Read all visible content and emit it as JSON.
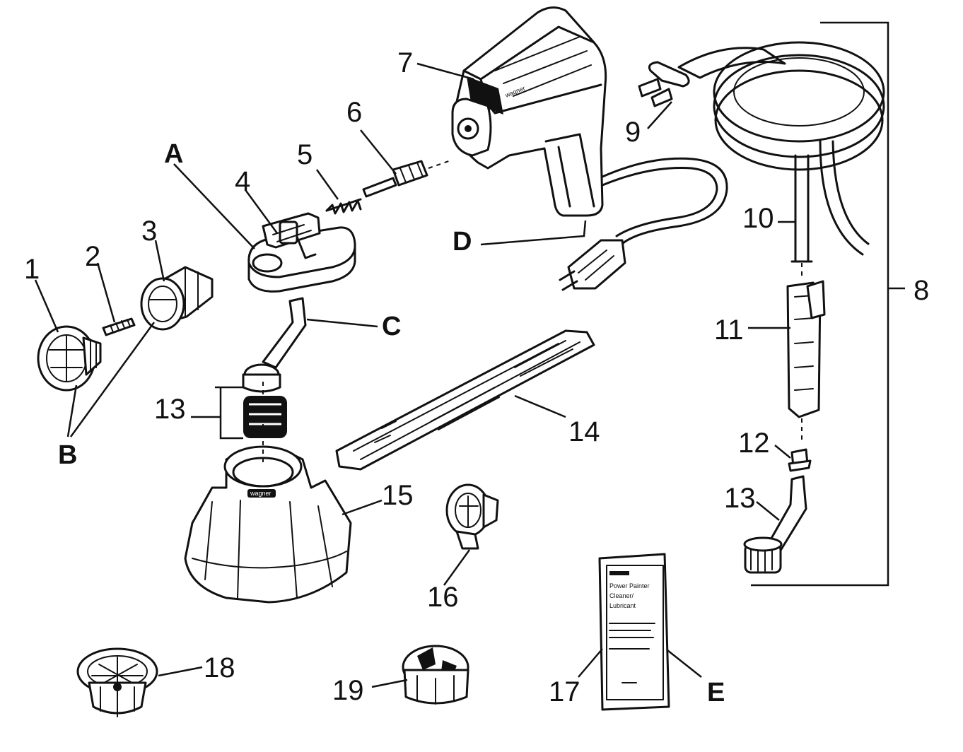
{
  "callouts": {
    "c1": "1",
    "c2": "2",
    "c3": "3",
    "c4": "4",
    "c5": "5",
    "c6": "6",
    "c7": "7",
    "c8": "8",
    "c9": "9",
    "c10": "10",
    "c11": "11",
    "c12": "12",
    "c13_left": "13",
    "c13_right": "13",
    "c14": "14",
    "c15": "15",
    "c16": "16",
    "c17": "17",
    "c18": "18",
    "c19": "19",
    "cA": "A",
    "cB": "B",
    "cC": "C",
    "cD": "D",
    "cE": "E"
  },
  "brand_logo_text": "wagner",
  "packet_lines": [
    "Power Painter",
    "Cleaner/",
    "Lubricant"
  ],
  "can_band_text": "wagner"
}
